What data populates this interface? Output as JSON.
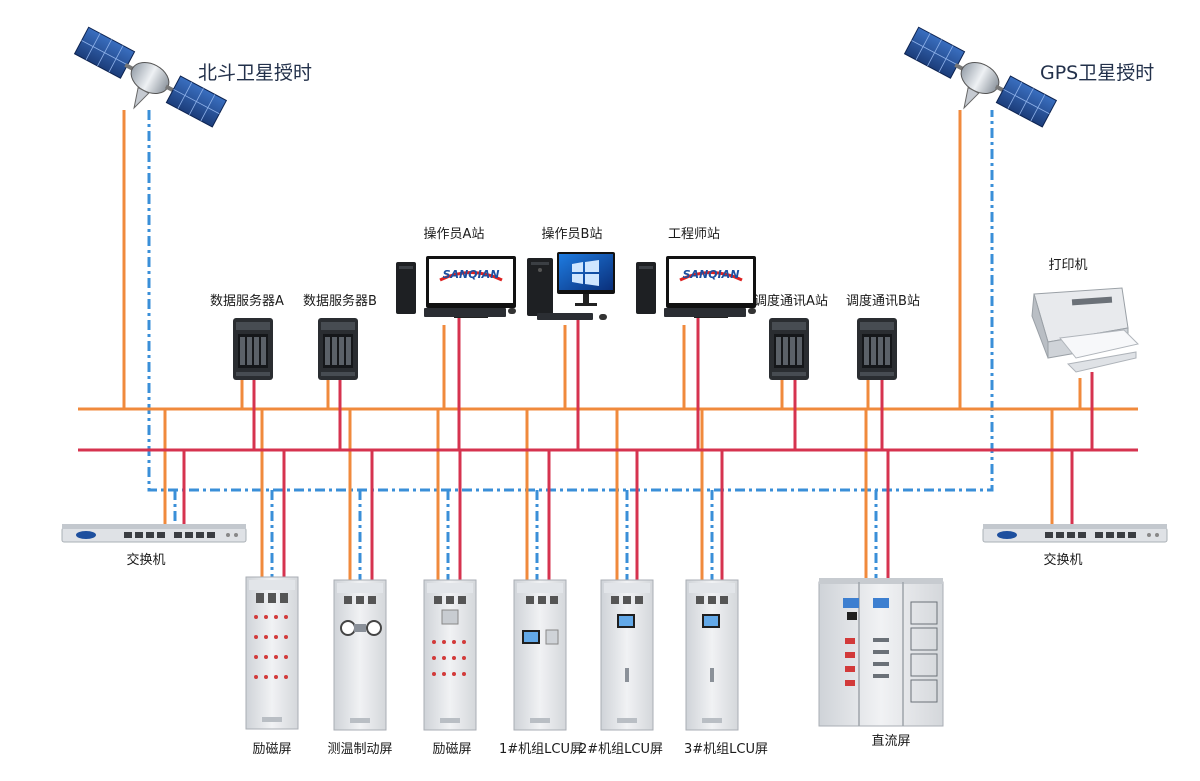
{
  "satellites": {
    "beidou": {
      "label": "北斗卫星授时"
    },
    "gps": {
      "label": "GPS卫星授时"
    }
  },
  "workstations": {
    "operator_a": {
      "label": "操作员A站",
      "brand": "SANQIAN"
    },
    "operator_b": {
      "label": "操作员B站"
    },
    "engineer": {
      "label": "工程师站",
      "brand": "SANQIAN"
    }
  },
  "servers": {
    "data_server_a": {
      "label": "数据服务器A"
    },
    "data_server_b": {
      "label": "数据服务器B"
    },
    "dispatch_a": {
      "label": "调度通讯A站"
    },
    "dispatch_b": {
      "label": "调度通讯B站"
    }
  },
  "printer": {
    "label": "打印机"
  },
  "switches": {
    "left": {
      "label": "交换机"
    },
    "right": {
      "label": "交换机"
    }
  },
  "cabinets": [
    {
      "label": "励磁屏"
    },
    {
      "label": "测温制动屏"
    },
    {
      "label": "励磁屏"
    },
    {
      "label": "1#机组LCU屏"
    },
    {
      "label": "2#机组LCU屏"
    },
    {
      "label": "3#机组LCU屏"
    }
  ],
  "dc_panel": {
    "label": "直流屏"
  },
  "colors": {
    "network_a": "#f08a3c",
    "network_b": "#d6334f",
    "time_sync": "#3a8fd8",
    "label": "#1a1a1a"
  },
  "icons": {
    "satellite": "satellite-icon",
    "tower_server": "server-tower-icon",
    "desktop_pc": "desktop-computer-icon",
    "printer": "printer-icon",
    "switch": "network-switch-icon",
    "cabinet": "control-cabinet-icon"
  }
}
